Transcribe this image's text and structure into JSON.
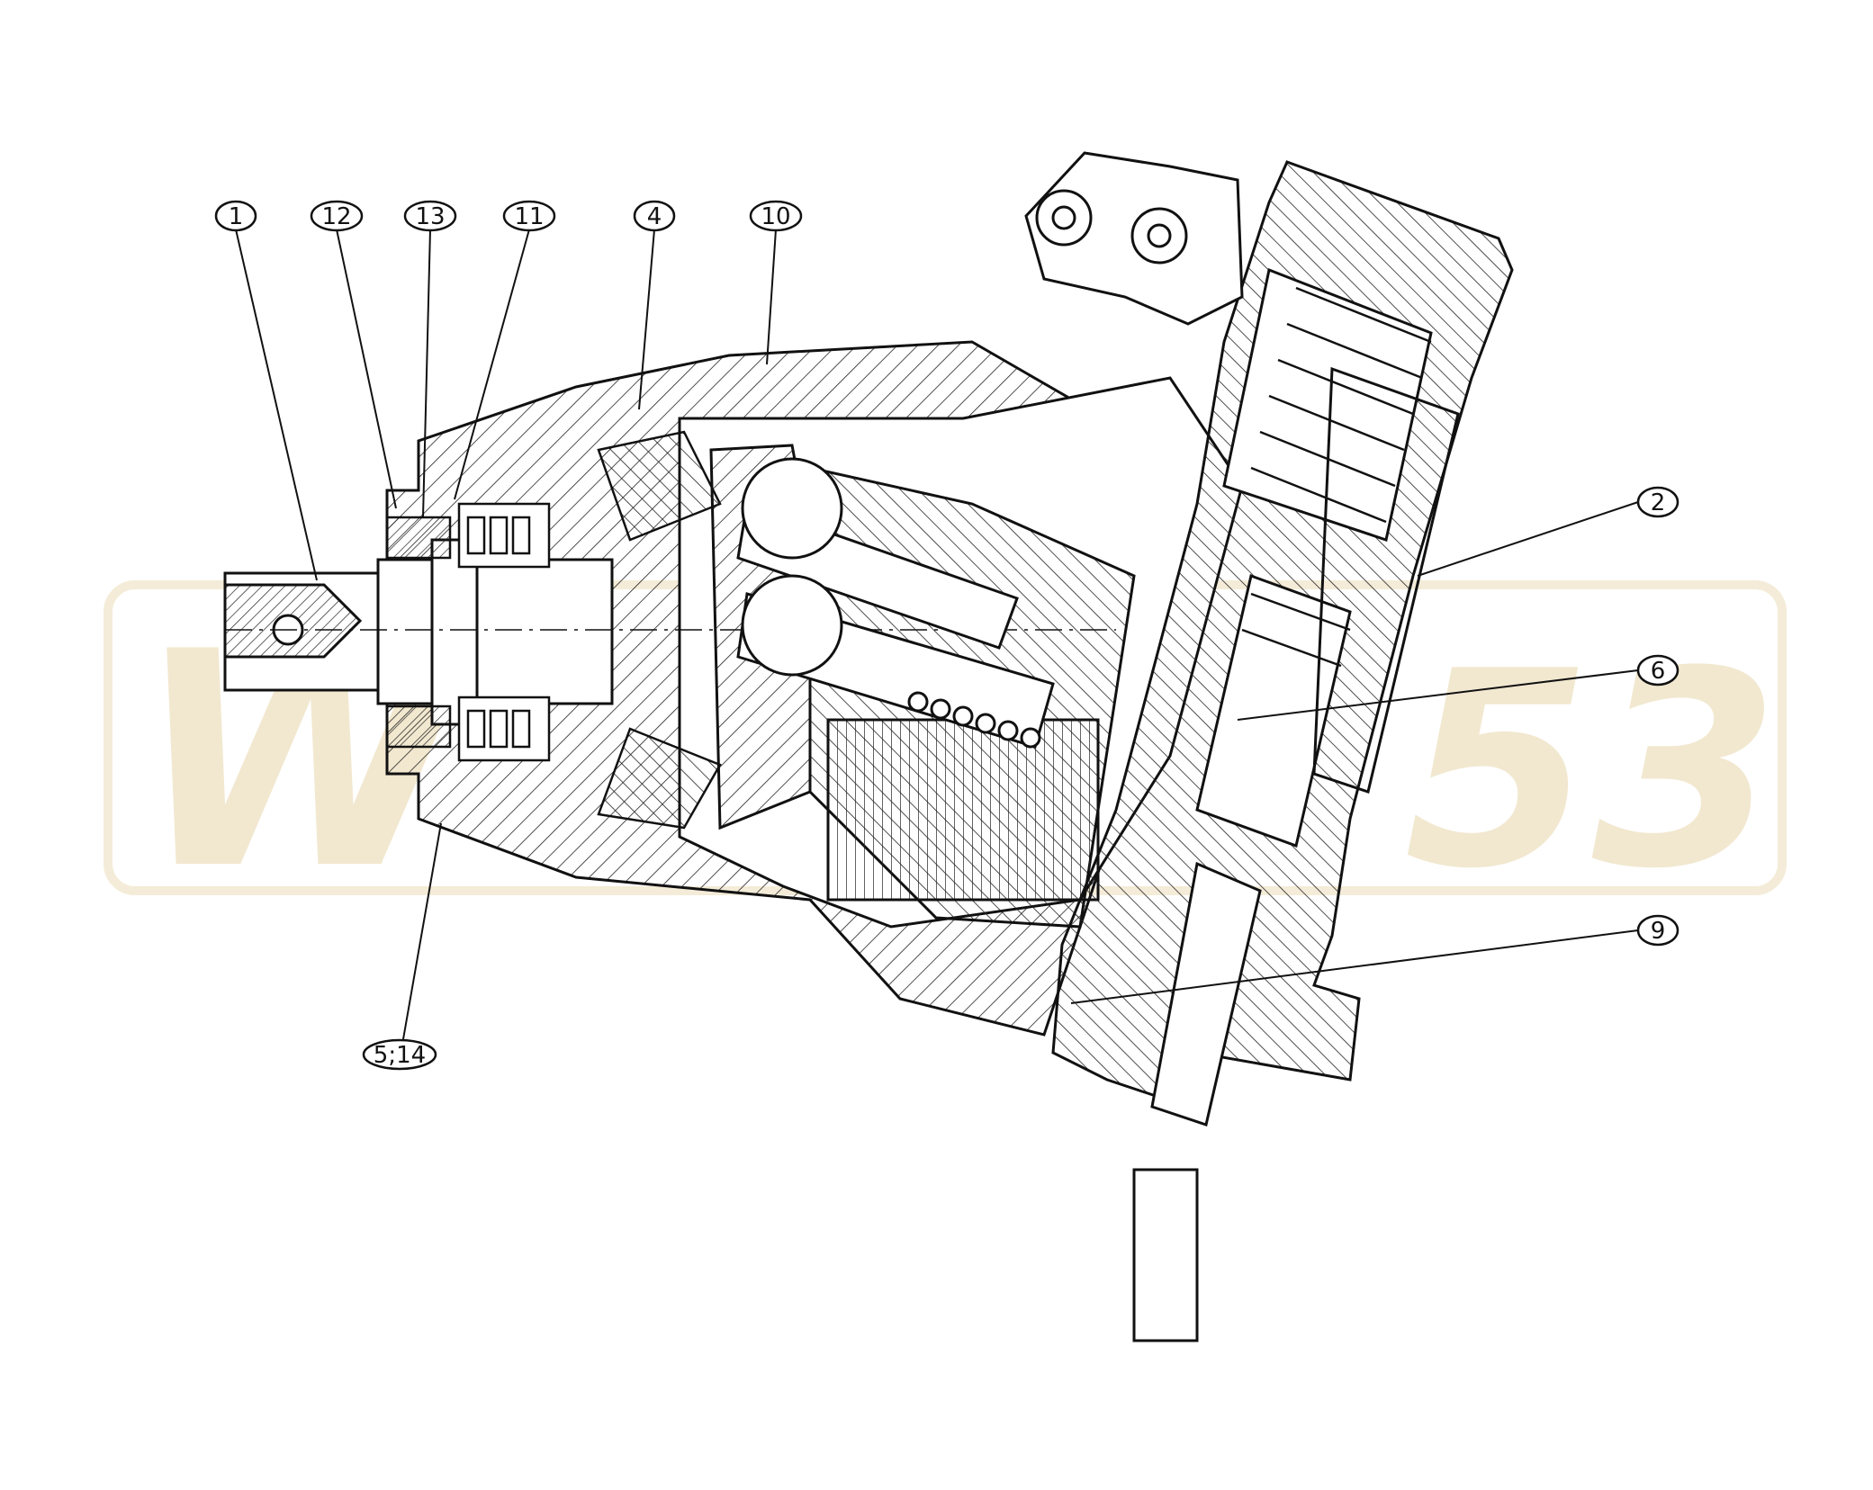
{
  "drawing": {
    "type": "cross-section technical drawing",
    "subject": "bent-axis hydraulic piston motor",
    "line_color": "#111111",
    "hatch_color": "#222222",
    "background": "#ffffff",
    "watermark_color": "#f1e6cc"
  },
  "callouts": [
    {
      "id": "c1",
      "label": "1"
    },
    {
      "id": "c12",
      "label": "12"
    },
    {
      "id": "c13",
      "label": "13"
    },
    {
      "id": "c11",
      "label": "11"
    },
    {
      "id": "c4",
      "label": "4"
    },
    {
      "id": "c10",
      "label": "10"
    },
    {
      "id": "c2",
      "label": "2"
    },
    {
      "id": "c6",
      "label": "6"
    },
    {
      "id": "c9",
      "label": "9"
    },
    {
      "id": "c514",
      "label": "5;14"
    }
  ]
}
